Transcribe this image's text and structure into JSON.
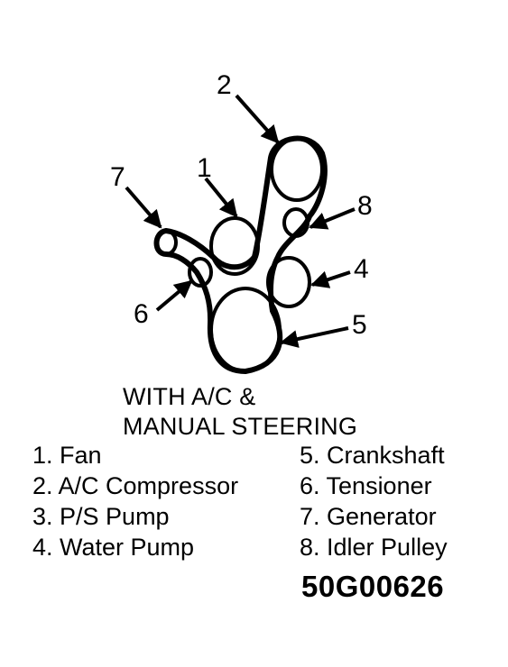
{
  "callouts": {
    "n1": "1",
    "n2": "2",
    "n4": "4",
    "n5": "5",
    "n6": "6",
    "n7": "7",
    "n8": "8"
  },
  "caption": {
    "line1": "WITH A/C &",
    "line2": "MANUAL STEERING"
  },
  "legend": {
    "left": [
      "1. Fan",
      "2. A/C Compressor",
      "3. P/S Pump",
      "4. Water Pump"
    ],
    "right": [
      "5. Crankshaft",
      "6. Tensioner",
      "7. Generator",
      "8. Idler Pulley"
    ]
  },
  "figure_code": "50G00626",
  "colors": {
    "ink": "#000000",
    "paper": "#ffffff"
  }
}
